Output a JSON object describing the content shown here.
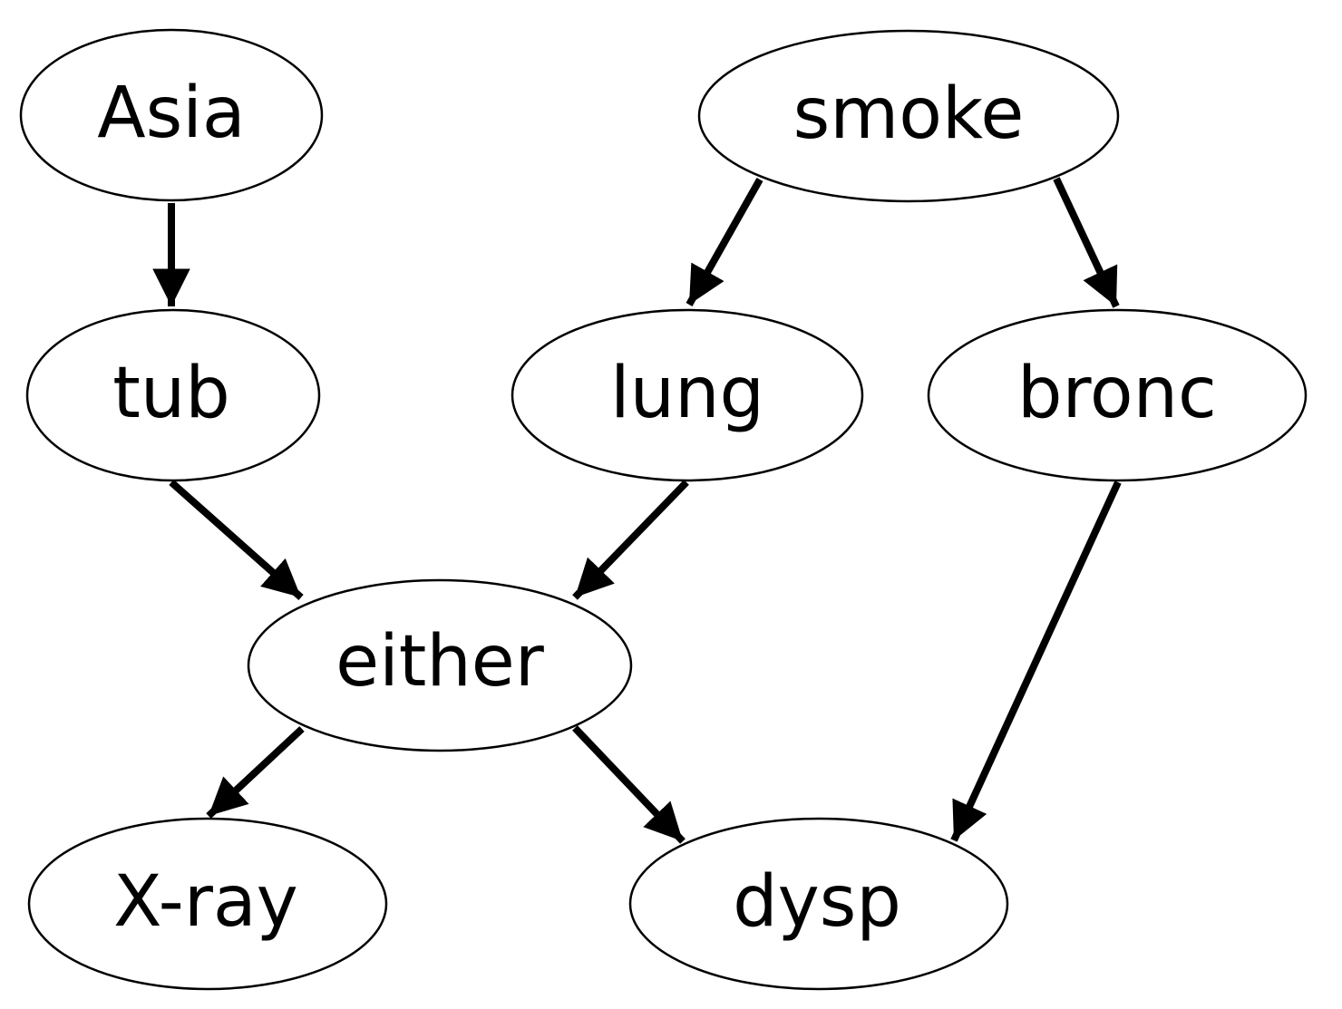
{
  "diagram": {
    "type": "directed-graph",
    "nodes": [
      {
        "id": "asia",
        "label": "Asia"
      },
      {
        "id": "smoke",
        "label": "smoke"
      },
      {
        "id": "tub",
        "label": "tub"
      },
      {
        "id": "lung",
        "label": "lung"
      },
      {
        "id": "bronc",
        "label": "bronc"
      },
      {
        "id": "either",
        "label": "either"
      },
      {
        "id": "xray",
        "label": "X-ray"
      },
      {
        "id": "dysp",
        "label": "dysp"
      }
    ],
    "edges": [
      {
        "from": "asia",
        "to": "tub"
      },
      {
        "from": "smoke",
        "to": "lung"
      },
      {
        "from": "smoke",
        "to": "bronc"
      },
      {
        "from": "tub",
        "to": "either"
      },
      {
        "from": "lung",
        "to": "either"
      },
      {
        "from": "either",
        "to": "xray"
      },
      {
        "from": "either",
        "to": "dysp"
      },
      {
        "from": "bronc",
        "to": "dysp"
      }
    ]
  }
}
